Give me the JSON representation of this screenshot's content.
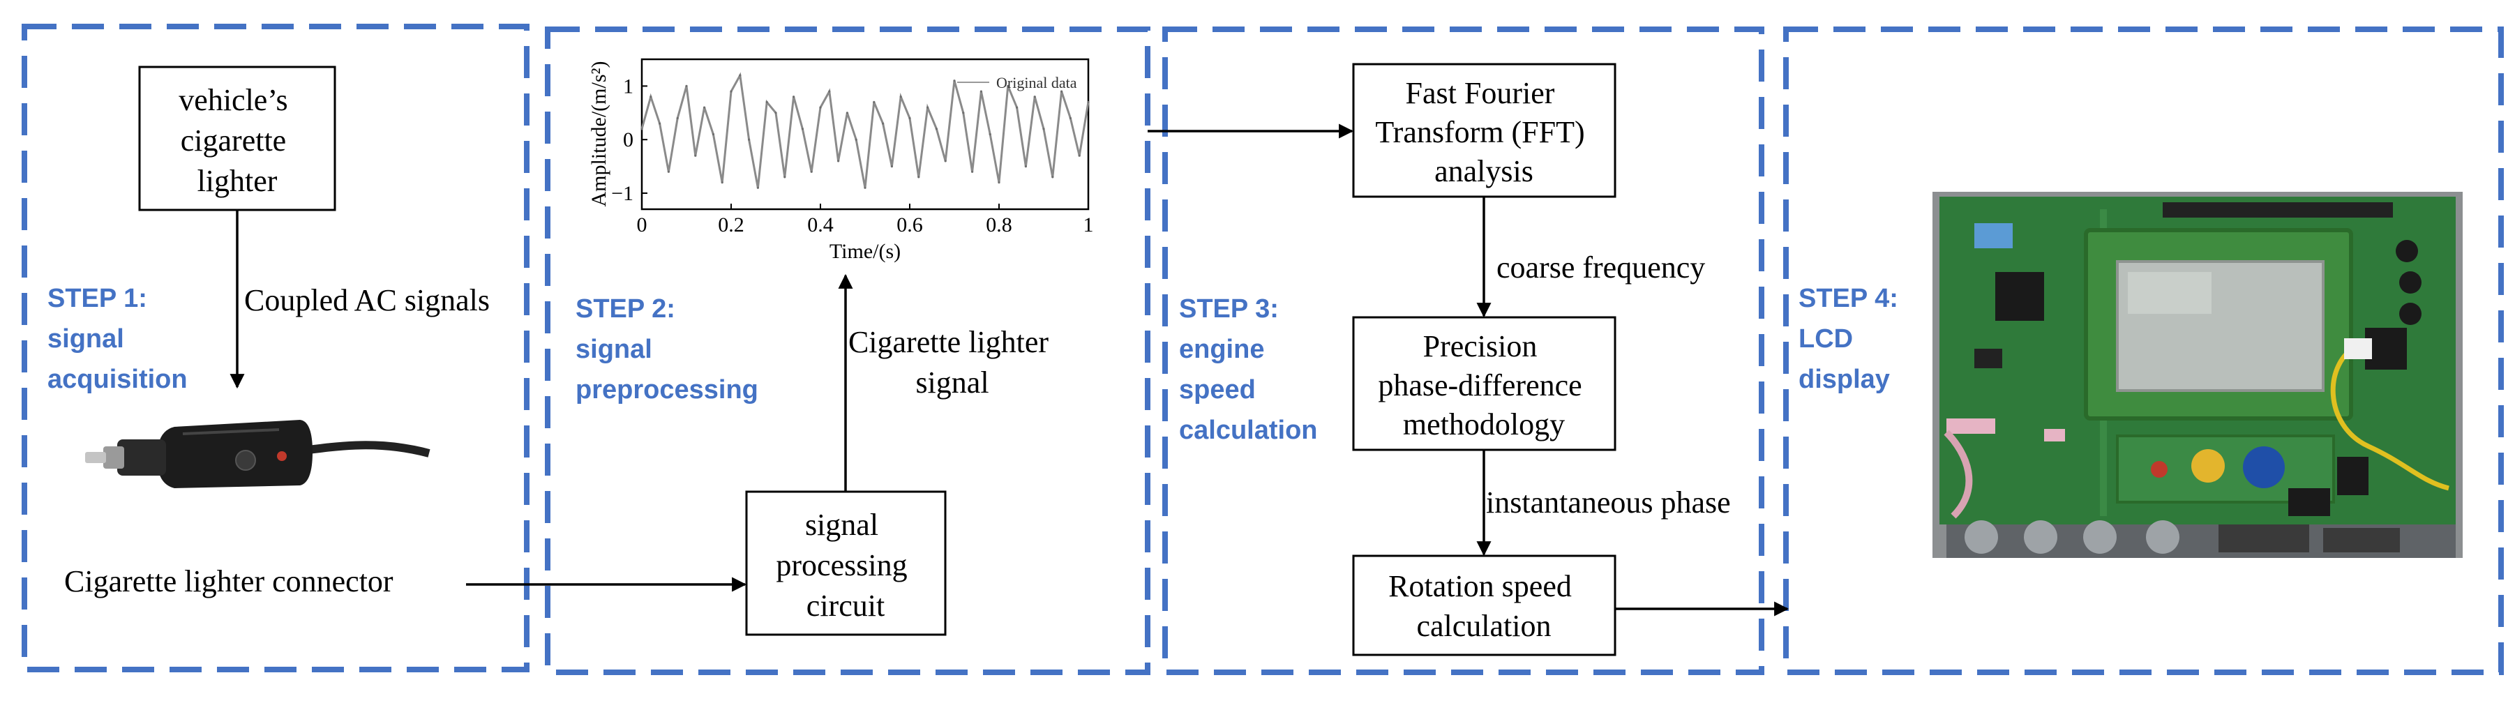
{
  "colors": {
    "accent": "#4472c4",
    "text": "#000000",
    "pcb": "#2f7a3a"
  },
  "steps": [
    {
      "label": "STEP 1:",
      "lines": [
        "signal",
        "acquisition"
      ]
    },
    {
      "label": "STEP 2:",
      "lines": [
        "signal",
        "preprocessing"
      ]
    },
    {
      "label": "STEP 3:",
      "lines": [
        "engine",
        "speed",
        "calculation"
      ]
    },
    {
      "label": "STEP 4:",
      "lines": [
        "LCD",
        "display"
      ]
    }
  ],
  "nodes": {
    "lighter": [
      "vehicle’s",
      "cigarette",
      "lighter"
    ],
    "circuit": [
      "signal",
      "processing",
      "circuit"
    ],
    "fft": [
      "Fast Fourier",
      "Transform (FFT)",
      "analysis"
    ],
    "precision": [
      "Precision",
      "phase-difference",
      "methodology"
    ],
    "rotation": [
      "Rotation speed",
      "calculation"
    ]
  },
  "labels": {
    "coupled": "Coupled AC signals",
    "connector": "Cigarette lighter connector",
    "lighter_signal": [
      "Cigarette lighter",
      "signal"
    ],
    "coarse": "coarse frequency",
    "instantaneous": "instantaneous phase"
  },
  "icons": {
    "connector": "cigarette-lighter-plug-photo",
    "display": "lcd-circuit-board-photo"
  },
  "chart_data": {
    "type": "line",
    "xlabel": "Time/(s)",
    "ylabel": "Amplitude/(m/s²)",
    "xlim": [
      0,
      1
    ],
    "ylim": [
      -1.3,
      1.5
    ],
    "xticks": [
      "0",
      "0.2",
      "0.4",
      "0.6",
      "0.8",
      "1"
    ],
    "yticks": [
      "1",
      "0",
      "−1"
    ],
    "legend": "Original data",
    "legend_position": "top-right",
    "series": [
      {
        "name": "Original data",
        "x": [
          0,
          0.02,
          0.04,
          0.06,
          0.08,
          0.1,
          0.12,
          0.14,
          0.16,
          0.18,
          0.2,
          0.22,
          0.24,
          0.26,
          0.28,
          0.3,
          0.32,
          0.34,
          0.36,
          0.38,
          0.4,
          0.42,
          0.44,
          0.46,
          0.48,
          0.5,
          0.52,
          0.54,
          0.56,
          0.58,
          0.6,
          0.62,
          0.64,
          0.66,
          0.68,
          0.7,
          0.72,
          0.74,
          0.76,
          0.78,
          0.8,
          0.82,
          0.84,
          0.86,
          0.88,
          0.9,
          0.92,
          0.94,
          0.96,
          0.98,
          1
        ],
        "values": [
          0.2,
          0.8,
          0.3,
          -0.6,
          0.4,
          1.0,
          -0.3,
          0.6,
          0.1,
          -0.8,
          0.9,
          1.2,
          0.0,
          -0.9,
          0.7,
          0.5,
          -0.7,
          0.8,
          0.2,
          -0.6,
          0.6,
          0.9,
          -0.4,
          0.5,
          0.0,
          -0.9,
          0.7,
          0.3,
          -0.5,
          0.8,
          0.4,
          -0.7,
          0.6,
          0.2,
          -0.4,
          1.1,
          0.5,
          -0.6,
          0.9,
          0.1,
          -0.8,
          1.0,
          0.6,
          -0.5,
          0.8,
          0.2,
          -0.7,
          0.9,
          0.4,
          -0.3,
          0.7
        ]
      }
    ]
  }
}
